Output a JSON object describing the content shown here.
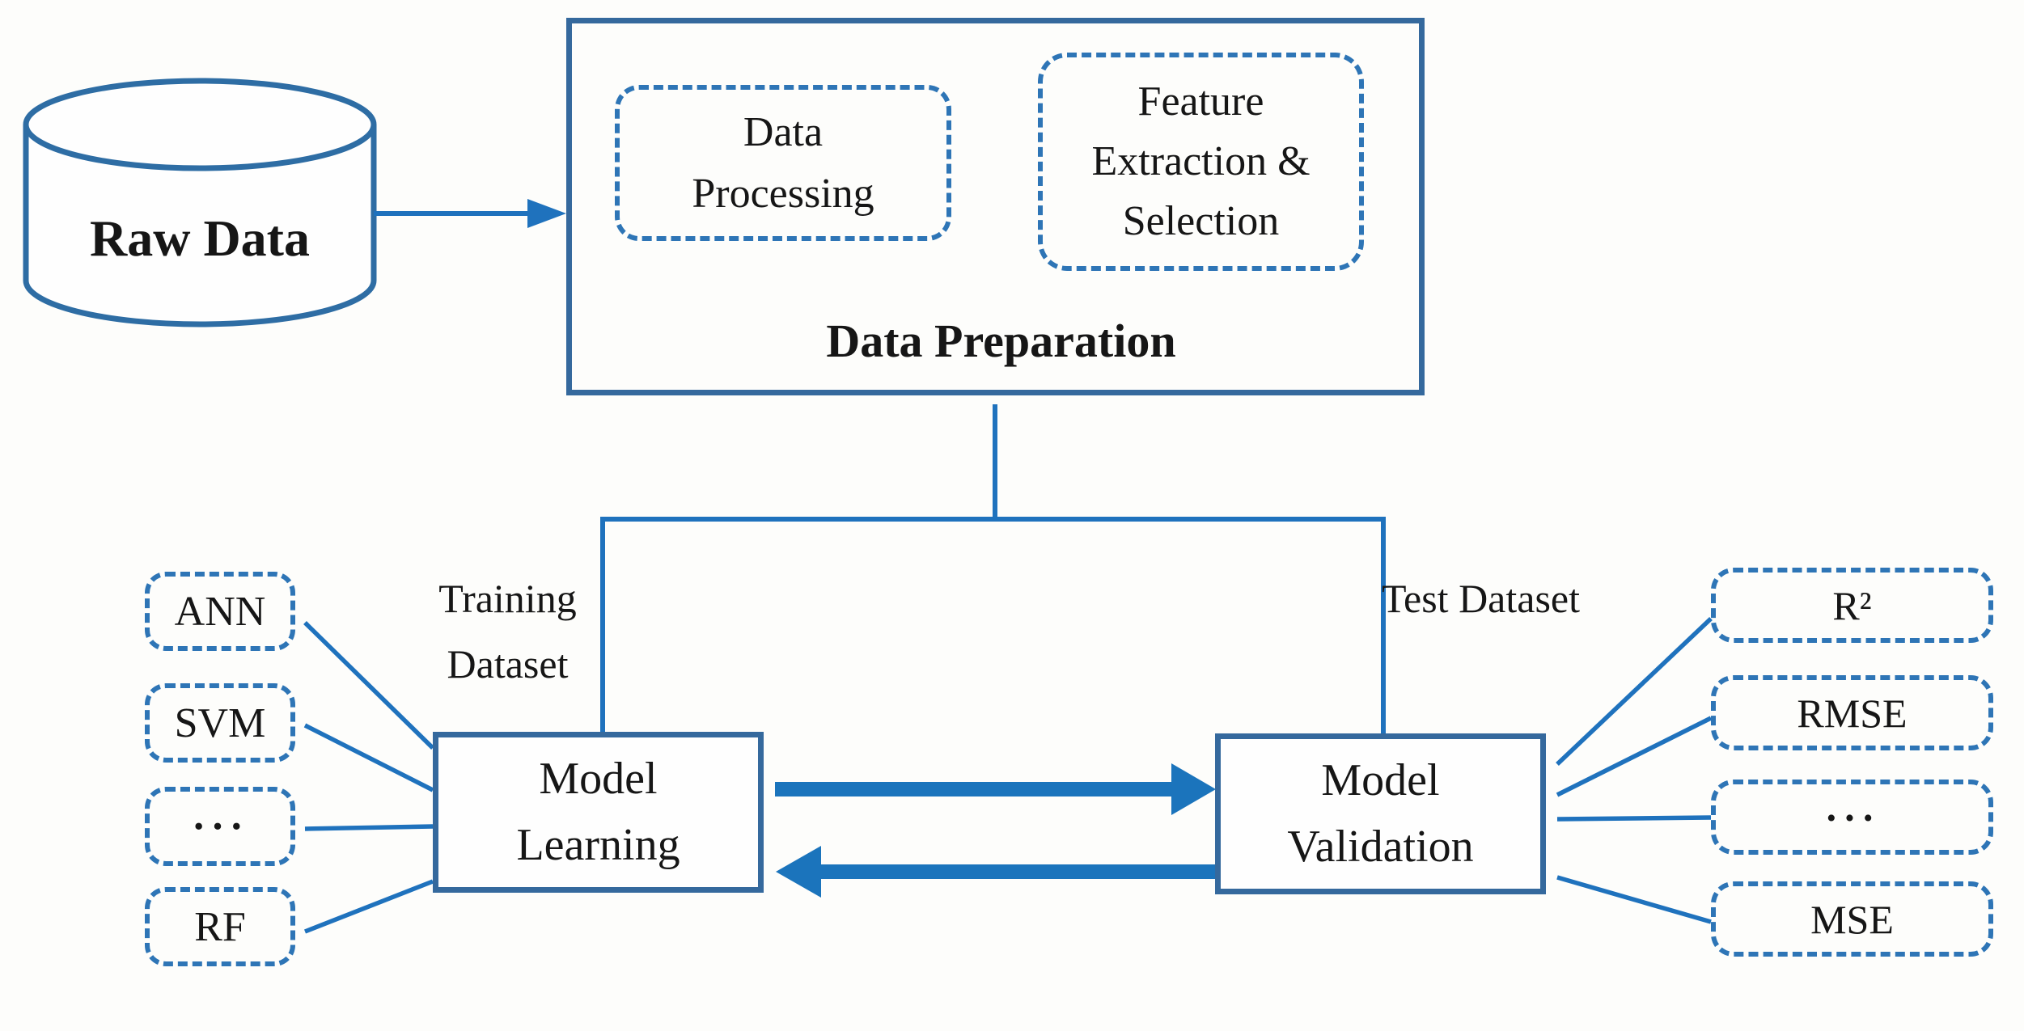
{
  "nodes": {
    "raw_data": "Raw Data",
    "data_processing": "Data Processing",
    "feature_extraction": "Feature Extraction & Selection",
    "data_preparation": "Data Preparation",
    "model_learning": "Model Learning",
    "model_validation": "Model Validation"
  },
  "edge_labels": {
    "training": "Training Dataset",
    "test": "Test Dataset"
  },
  "algorithms": [
    "ANN",
    "SVM",
    "···",
    "RF"
  ],
  "metrics": [
    "R²",
    "RMSE",
    "···",
    "MSE"
  ],
  "colors": {
    "line_blue": "#1f72bd",
    "solid_border_blue": "#35699d",
    "dashed_border_blue": "#2e75b6",
    "thick_arrow_blue": "#1b74bc",
    "cylinder_stroke_blue": "#2e6da4",
    "text": "#161616",
    "background": "#fdfdfb"
  }
}
